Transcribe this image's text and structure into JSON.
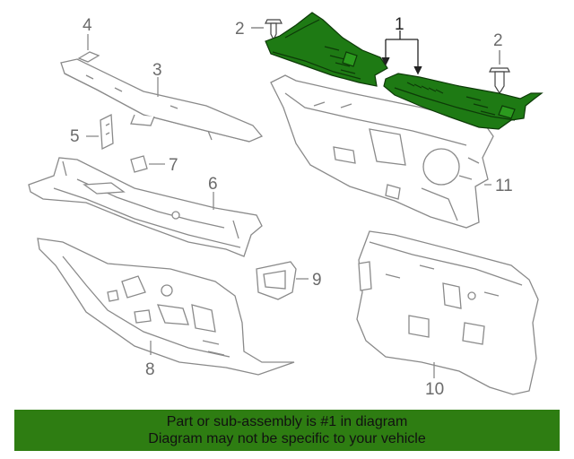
{
  "diagram": {
    "highlight_color": "#1e7a14",
    "outline_color": "#8a8a8a",
    "callouts": [
      "1",
      "2",
      "2",
      "3",
      "4",
      "5",
      "6",
      "7",
      "8",
      "9",
      "10",
      "11"
    ]
  },
  "footer": {
    "line1": "Part or sub-assembly is #1 in diagram",
    "line2": "Diagram may not be specific to your vehicle",
    "background": "#2e7d12"
  }
}
